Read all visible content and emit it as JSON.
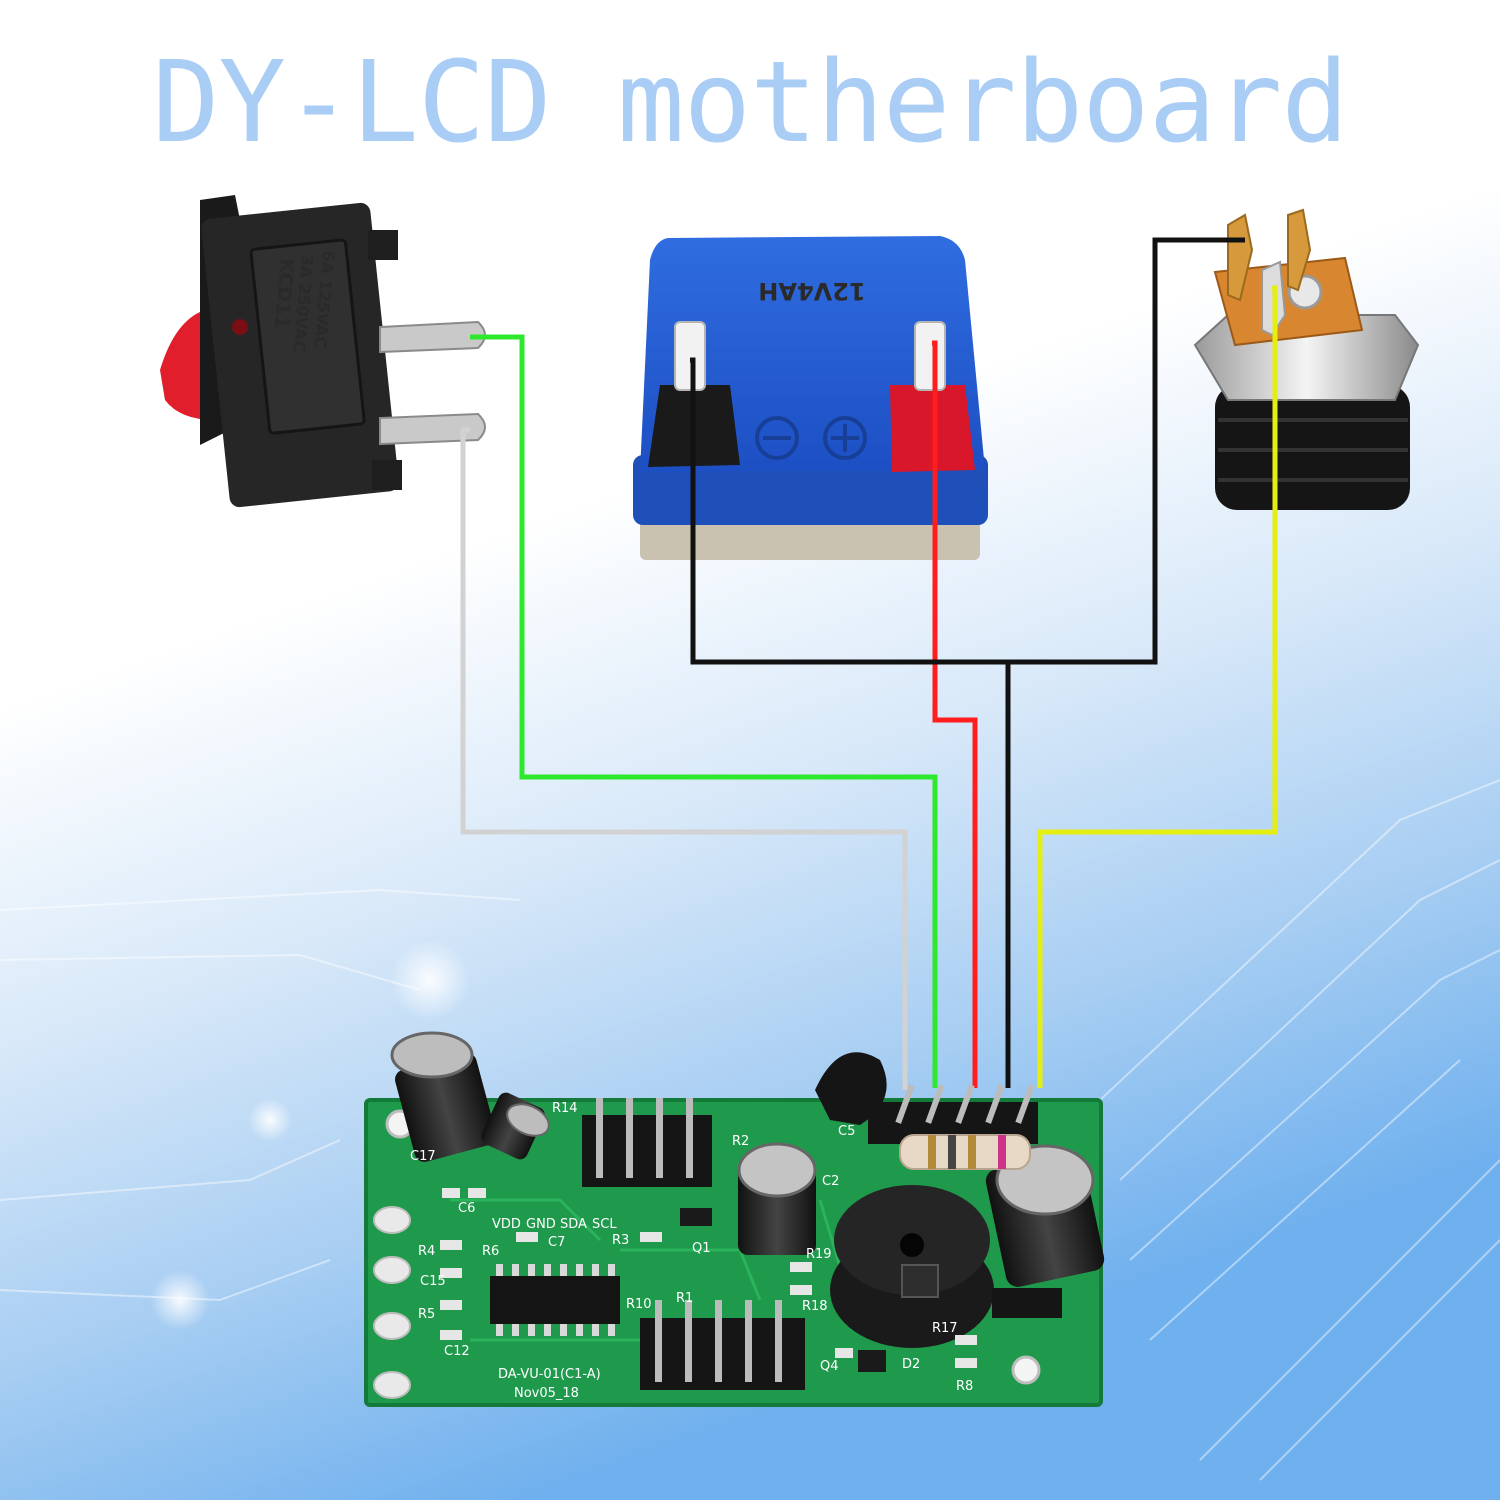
{
  "title": "DY-LCD motherboard",
  "switch": {
    "markings": [
      "KCD11",
      "3A 250VAC",
      "6A 125VAC"
    ]
  },
  "battery": {
    "model_text": "12V4AH"
  },
  "pcb": {
    "board_label": "DA-VU-01(C1-A)",
    "date_label": "Nov05_18",
    "pin_labels": [
      "VDD",
      "GND",
      "SDA",
      "SCL"
    ],
    "refs": [
      "C17",
      "C6",
      "C7",
      "R6",
      "R4",
      "C15",
      "R5",
      "C12",
      "C5",
      "R2",
      "C2",
      "Q1",
      "R3",
      "R10",
      "R1",
      "R19",
      "R18",
      "R17",
      "R8",
      "Q4",
      "D2",
      "R14"
    ]
  },
  "colors": {
    "green_wire": "#2ee82e",
    "white_wire": "#d2d2d2",
    "red_wire": "#ff1d1d",
    "black_wire": "#111111",
    "yellow_wire": "#e4ef11",
    "title": "#a9cdf5",
    "pcb": "#1f9a4c"
  }
}
